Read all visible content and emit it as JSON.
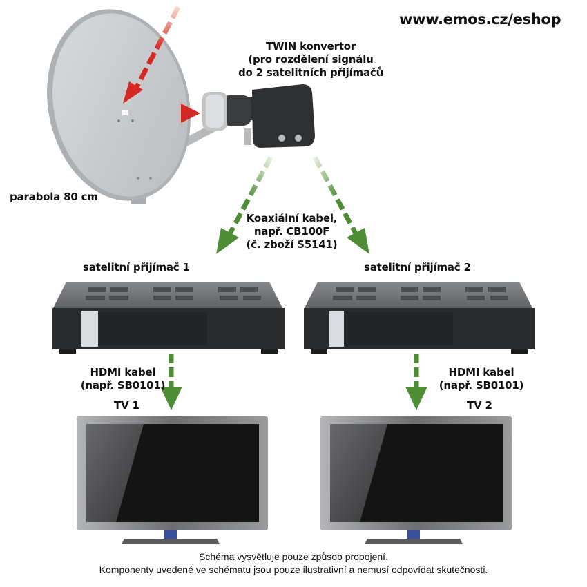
{
  "header": {
    "url": "www.emos.cz/eshop"
  },
  "converter": {
    "title": "TWIN konvertor",
    "line2": "(pro rozdělení signálu",
    "line3": "do 2 satelitních přijímačů"
  },
  "dish": {
    "label": "parabola 80 cm"
  },
  "coax_cable": {
    "line1": "Koaxiální kabel,",
    "line2": "např. CB100F",
    "line3": "(č. zboží S5141)"
  },
  "receivers": [
    {
      "label": "satelitní přijímač 1"
    },
    {
      "label": "satelitní přijímač 2"
    }
  ],
  "hdmi_cables": [
    {
      "line1": "HDMI kabel",
      "line2": "(např. SB0101)"
    },
    {
      "line1": "HDMI kabel",
      "line2": "(např. SB0101)"
    }
  ],
  "tvs": [
    {
      "label": "TV 1"
    },
    {
      "label": "TV 2"
    }
  ],
  "footer": {
    "line1": "Schéma vysvětluje pouze způsob propojení.",
    "line2": "Komponenty uvedené ve schématu jsou pouze ilustrativní a nemusí odpovídat skutečnosti."
  },
  "colors": {
    "signal_arrow": "#d42a23",
    "cable_arrow": "#4e8d35",
    "dish": "#c9ccce",
    "device_dark": "#2b2c2e",
    "tv_frame": "#8d8e90"
  }
}
